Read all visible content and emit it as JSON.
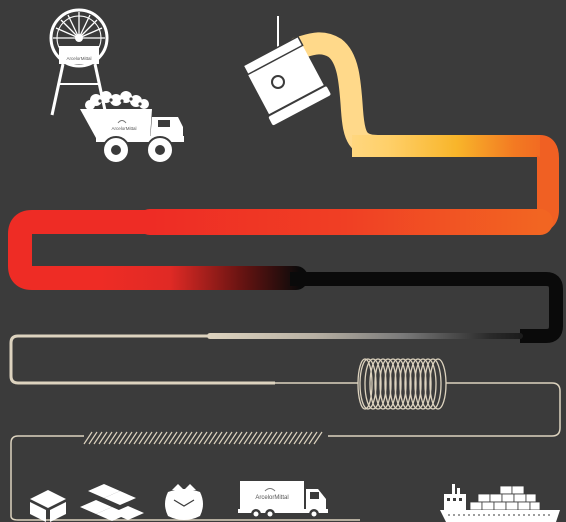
{
  "brand": {
    "name": "ArcelorMittal",
    "sign_text": "ArcelorMittal",
    "truck_text": "ArcelorMittal",
    "lorry_text": "ArcelorMittal"
  },
  "colors": {
    "background": "#3b3b3b",
    "white": "#ffffff",
    "pale_yellow": "#ffd980",
    "amber": "#f7b52b",
    "orange": "#f16522",
    "red": "#ee2c25",
    "black": "#0a0a0a",
    "wire_cream": "#ddd3bf",
    "wire_gray": "#6a6a6a"
  },
  "icons": {
    "mine_headframe": "mine-headframe-icon",
    "ore_truck": "ore-truck-icon",
    "ladle": "ladle-icon",
    "coil": "wire-coil-icon",
    "straight_rods": "straight-rods-icon",
    "box": "box-icon",
    "pallet": "pallet-icon",
    "sack": "sack-icon",
    "lorry": "delivery-lorry-icon",
    "ship": "container-ship-icon"
  }
}
